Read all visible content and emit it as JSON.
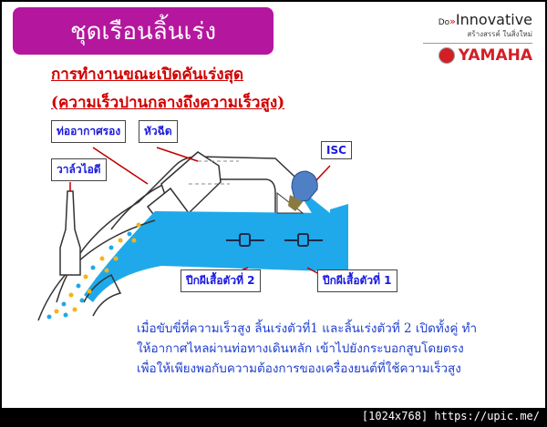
{
  "slide": {
    "title": "ชุดเรือนลิ้นเร่ง",
    "subtitle_line1": "การทำงานขณะเปิดคันเร่งสุด",
    "subtitle_line2": "(ความเร็วปานกลางถึงความเร็วสูง)",
    "brand": {
      "do": "Do",
      "innovative": "Innovative",
      "tagline": "สร้างสรรค์ ในสิ่งใหม่",
      "logo_text": "YAMAHA",
      "brand_color": "#d21f26"
    },
    "diagram": {
      "labels": {
        "air_pipe": "ท่ออากาศรอง",
        "injector": "หัวฉีด",
        "intake_valve": "วาล์วไอดี",
        "isc": "ISC",
        "throttle_2": "ปีกผีเสื้อตัวที่ 2",
        "throttle_1": "ปีกผีเสื้อตัวที่ 1"
      },
      "colors": {
        "air_flow": "#1fa9ea",
        "fuel": "#f2b416",
        "isc": "#4f7fc4",
        "leader": "#c00000"
      }
    },
    "description": [
      "เมื่อขับขี่ที่ความเร็วสูง ลิ้นเร่งตัวที่1 และลิ้นเร่งตัวที่ 2 เปิดทั้งคู่ ทำ",
      "ให้อากาศไหลผ่านท่อทางเดินหลัก เข้าไปยังกระบอกสูบโดยตรง",
      "เพื่อให้เพียงพอกับความต้องการของเครื่องยนต์ที่ใช้ความเร็วสูง"
    ]
  },
  "footer": {
    "watermark": "[1024x768] https://upic.me/"
  }
}
